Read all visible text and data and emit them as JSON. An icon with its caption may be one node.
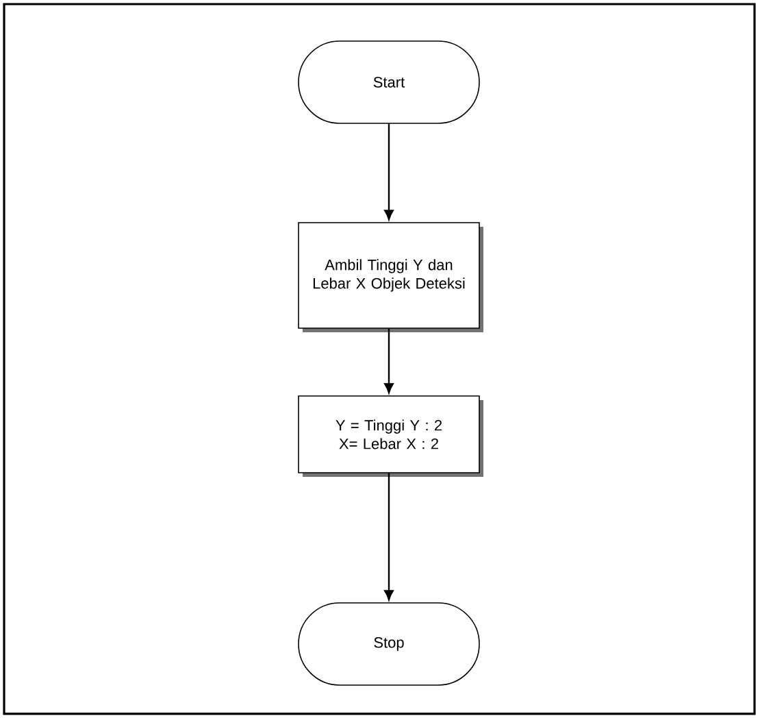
{
  "diagram": {
    "nodes": [
      {
        "text": [
          "Start"
        ]
      },
      {
        "text": [
          "Ambil Tinggi Y dan Lebar X Objek Deteksi"
        ]
      },
      {
        "text": [
          "Y = Tinggi Y : 2 X= Lebar X : 2"
        ]
      },
      {
        "text": [
          "Stop"
        ]
      }
    ],
    "edges": [
      {
        "from": 0,
        "to": 1,
        "arrow": "to"
      },
      {
        "from": 1,
        "to": 2,
        "arrow": "to"
      },
      {
        "from": 2,
        "to": 3,
        "arrow": "to"
      }
    ]
  }
}
